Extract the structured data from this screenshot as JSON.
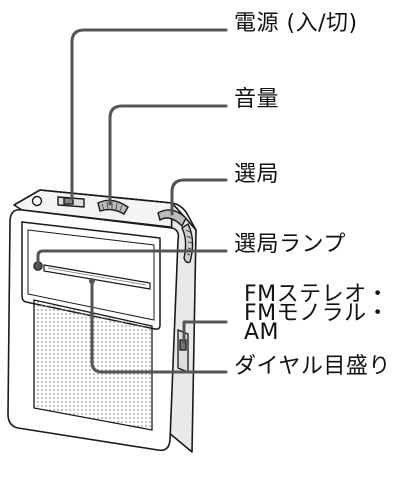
{
  "labels": {
    "power": "電源 (入/切)",
    "volume": "音量",
    "tuning": "選局",
    "tuning_lamp": "選局ランプ",
    "band": [
      "FMステレオ・",
      "FMモノラル・",
      "AM"
    ],
    "dial": "ダイヤル目盛り"
  },
  "colors": {
    "line": "#555555",
    "outline": "#1a1a1a",
    "body": "#ffffff",
    "speaker_dots": "#9a9a9a",
    "text": "#111111"
  }
}
